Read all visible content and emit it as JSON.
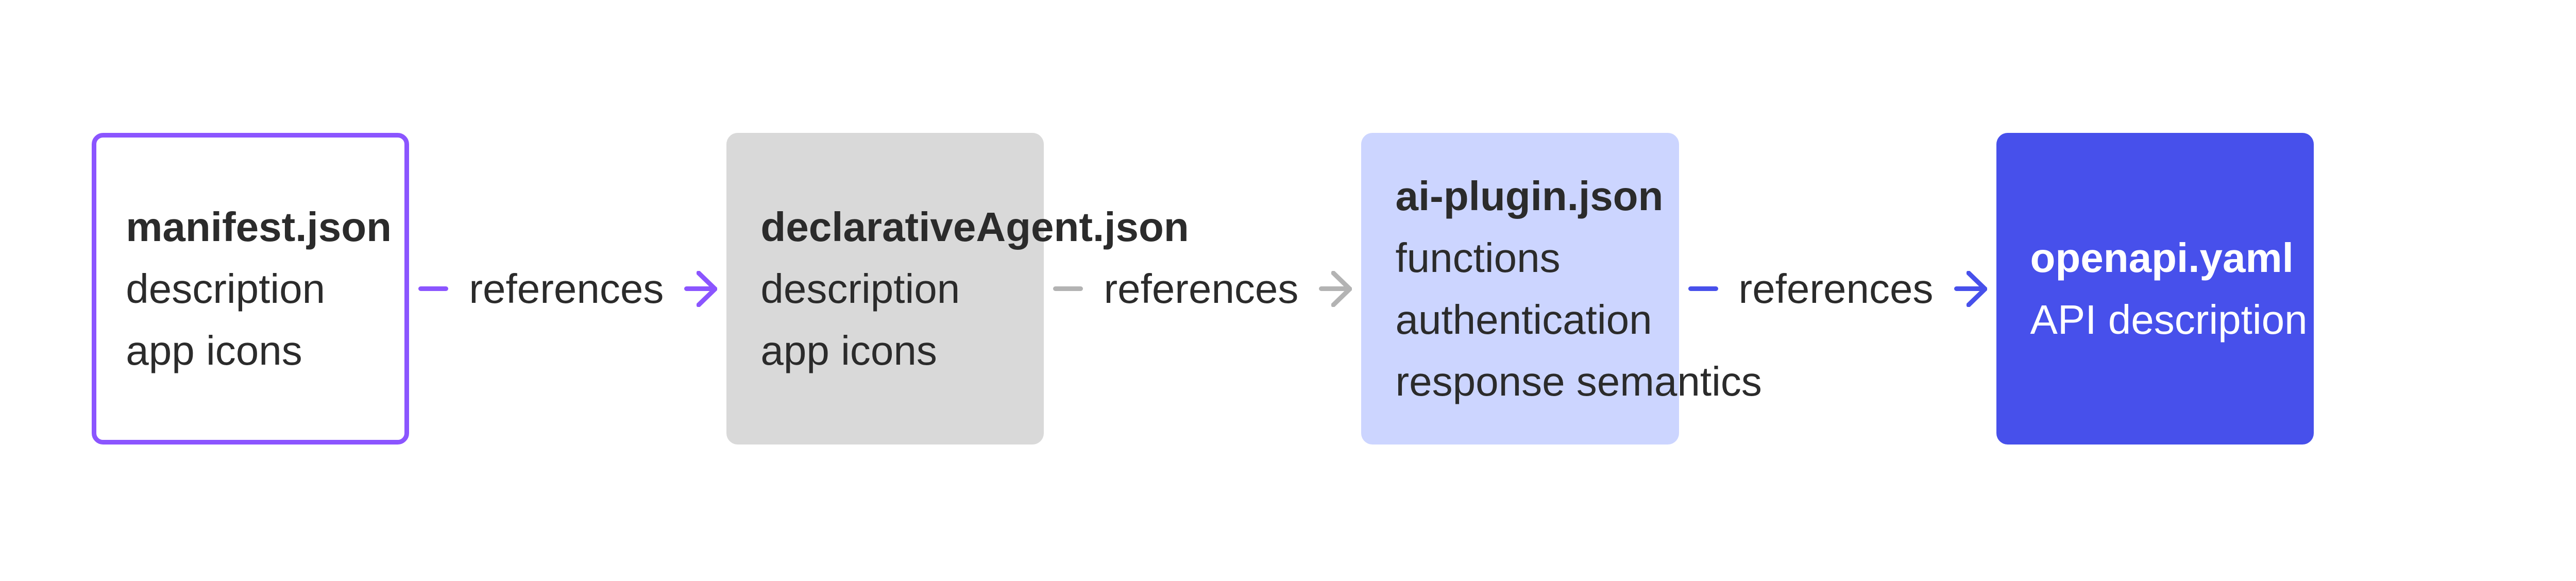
{
  "nodes": [
    {
      "title": "manifest.json",
      "lines": [
        "description",
        "app icons"
      ],
      "fill": "#ffffff",
      "border": "#8b55ff"
    },
    {
      "title": "declarativeAgent.json",
      "lines": [
        "description",
        "app icons"
      ],
      "fill": "#d9d9d9"
    },
    {
      "title": "ai-plugin.json",
      "lines": [
        "functions",
        "authentication",
        "response semantics"
      ],
      "fill": "#ccd5ff"
    },
    {
      "title": "openapi.yaml",
      "lines": [
        "API description"
      ],
      "fill": "#4750eb"
    }
  ],
  "edges": [
    {
      "label": "references",
      "color": "#8b55ff"
    },
    {
      "label": "references",
      "color": "#b3b3b3"
    },
    {
      "label": "references",
      "color": "#4750eb"
    }
  ]
}
